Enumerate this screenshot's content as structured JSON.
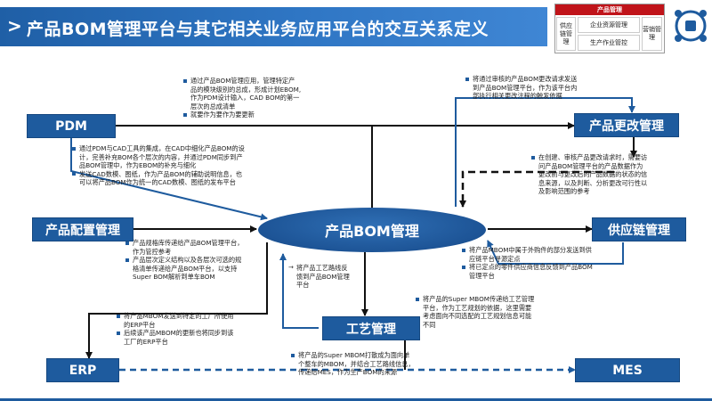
{
  "header": {
    "chevron": ">",
    "title": "产品BOM管理平台与其它相关业务应用平台的交互关系定义"
  },
  "matrix": {
    "head": "产品管理",
    "cells": {
      "supply": "供应链管理",
      "erp": "企业资源管理",
      "mes": "生产作业管控",
      "marketing": "营销管理"
    }
  },
  "logo": {
    "icon": "network-hub-icon",
    "color": "#1e5b9e"
  },
  "nodes": {
    "pdm": "PDM",
    "change": "产品更改管理",
    "config": "产品配置管理",
    "center": "产品BOM管理",
    "supply": "供应链管理",
    "process": "工艺管理",
    "erp": "ERP",
    "mes": "MES"
  },
  "notes": {
    "top_center": [
      "通过产品BOM管理应用，管理特定产",
      "品的模块级别的总成，形成计划EBOM,",
      "作为PDM设计输入，CAD BOM的第一",
      "层次的总成清单",
      "就要作为要作为要更新"
    ],
    "top_right": [
      "将通过审核的产品BOM更改请求发送",
      "到产品BOM管理平台，作为该平台内",
      "部执行相关更改注程的触发依据"
    ],
    "pdm_left": [
      "通过PDM与CAD工具的集成，在CAD中细化产品BOM的设",
      "计，完善补充BOM各个层次的内容，并通过PDM同步到产",
      "品BOM管理中，作为EBOM的补充与细化",
      "发送CAD数模、图纸，作为产品BOM的辅助说明信息，也",
      "可以将产品BOM作为统一的CAD数模、图纸的发布平台"
    ],
    "change_right": [
      "在创建、审核产品更改请求时，需要访",
      "问产品BOM管理平台的产品数据作为",
      "更改前与更改后的产品数据的状态的信",
      "息来源，以及判断、分析更改可行性以",
      "及影响范围的参考"
    ],
    "config_below": [
      "产品规格库传递给产品BOM管理平台，",
      "作为管控参考",
      "产品层次定义结构以及各层次可选的规",
      "格清单传递给产品BOM平台，以支持",
      "Super BOM解析到单车BOM"
    ],
    "process_center": [
      "将产品工艺路线反",
      "馈到产品BOM管理",
      "平台"
    ],
    "supply_right": [
      "将产品MBOM中属于外购件的部分发送到供",
      "应链平台寻源定点",
      "将已定点的零件供应商信息反馈到产品BOM",
      "管理平台"
    ],
    "process_right": [
      "将产品的Super MBOM传递给工艺管理",
      "平台，作为工艺规划的依据，这里需要",
      "考虑面向不同选配的工艺规划信息可能",
      "不同"
    ],
    "erp_right": [
      "将产品MBOM发送到特定的工厂所使用",
      "的ERP平台",
      "后续该产品MBOM的更新也将同步到该",
      "工厂的ERP平台"
    ],
    "mes_top": [
      "将产品的Super MBOM打散成为面向单",
      "个整车的MBOM，并结合工艺路线信息，",
      "传递给MES，作为生产BOM的来源"
    ]
  }
}
